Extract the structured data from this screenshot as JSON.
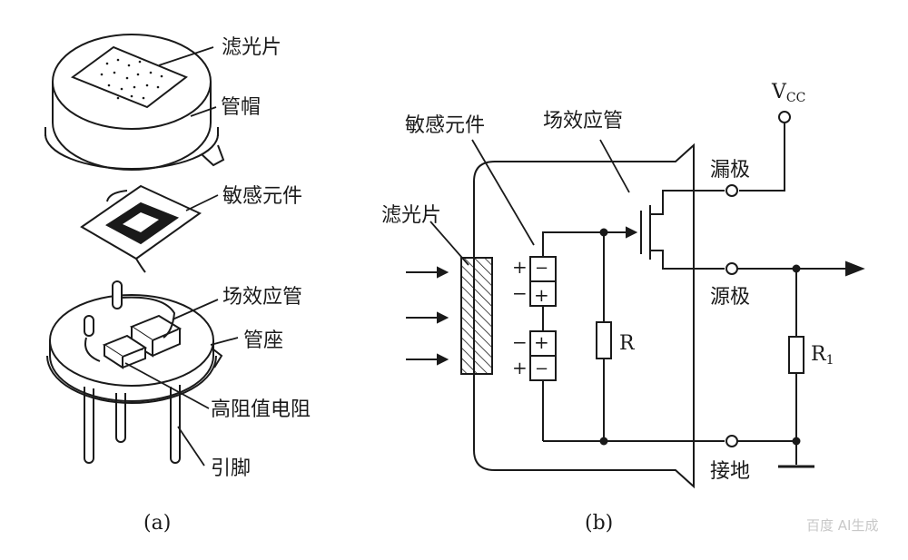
{
  "panel_a": {
    "labels": {
      "filter": "滤光片",
      "cap": "管帽",
      "sensor": "敏感元件",
      "fet": "场效应管",
      "base": "管座",
      "resistor": "高阻值电阻",
      "pins": "引脚"
    },
    "caption": "(a)"
  },
  "panel_b": {
    "labels": {
      "sensor": "敏感元件",
      "fet": "场效应管",
      "filter": "滤光片",
      "drain": "漏极",
      "source": "源极",
      "ground": "接地",
      "vcc_main": "V",
      "vcc_sub": "CC",
      "r": "R",
      "r1_main": "R",
      "r1_sub": "1",
      "plus": "+",
      "minus": "−"
    },
    "caption": "(b)"
  },
  "watermark": "百度 AI生成"
}
